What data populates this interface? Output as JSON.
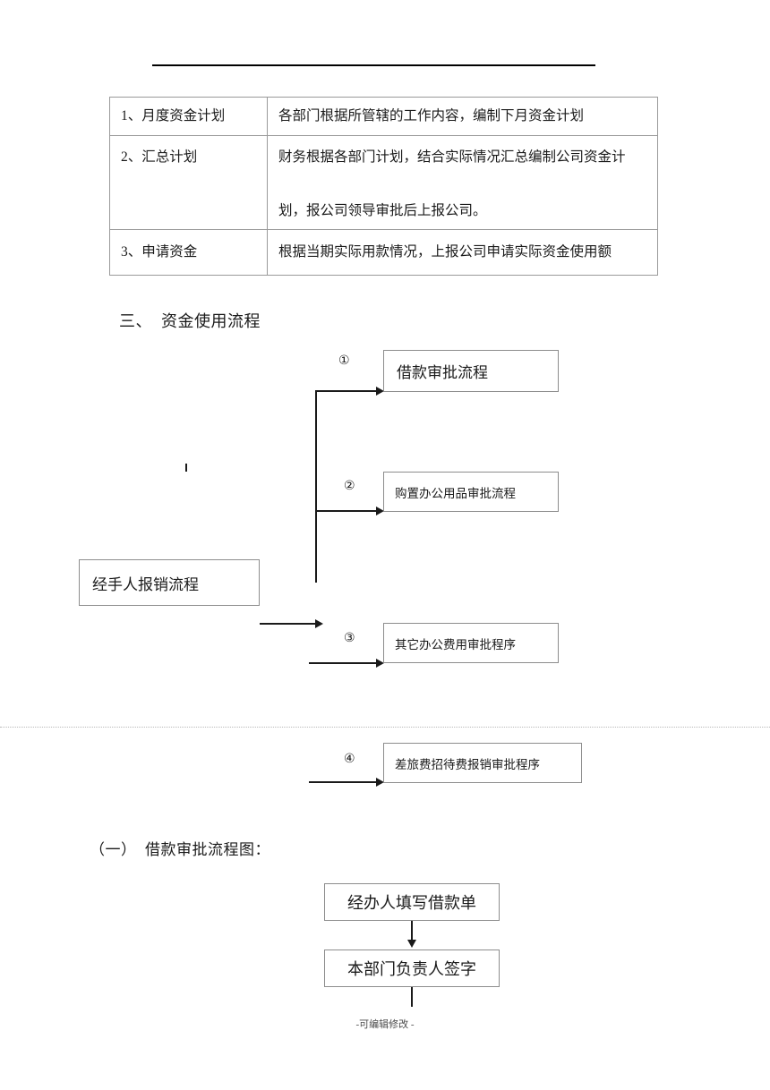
{
  "document": {
    "top_rule": "horizontal-rule",
    "footer_note": "-可编辑修改 -"
  },
  "table": {
    "rows": [
      {
        "label": "1、月度资金计划",
        "desc_lines": [
          "各部门根据所管辖的工作内容，编制下月资金计划"
        ]
      },
      {
        "label": "2、汇总计划",
        "desc_lines": [
          "财务根据各部门计划，结合实际情况汇总编制公司资金计",
          "划，报公司领导审批后上报公司。"
        ]
      },
      {
        "label": "3、申请资金",
        "desc_lines": [
          "根据当期实际用款情况，上报公司申请实际资金使用额"
        ]
      }
    ]
  },
  "headings": {
    "section3": "三、  资金使用流程",
    "sub1": "（一）  借款审批流程图："
  },
  "flow_main": {
    "source_box": "经手人报销流程",
    "branches": [
      {
        "num": "①",
        "label": "借款审批流程"
      },
      {
        "num": "②",
        "label": "购置办公用品审批流程"
      },
      {
        "num": "③",
        "label": "其它办公费用审批程序"
      },
      {
        "num": "④",
        "label": "差旅费招待费报销审批程序"
      }
    ]
  },
  "flow_loan": {
    "steps": [
      "经办人填写借款单",
      "本部门负责人签字"
    ]
  }
}
